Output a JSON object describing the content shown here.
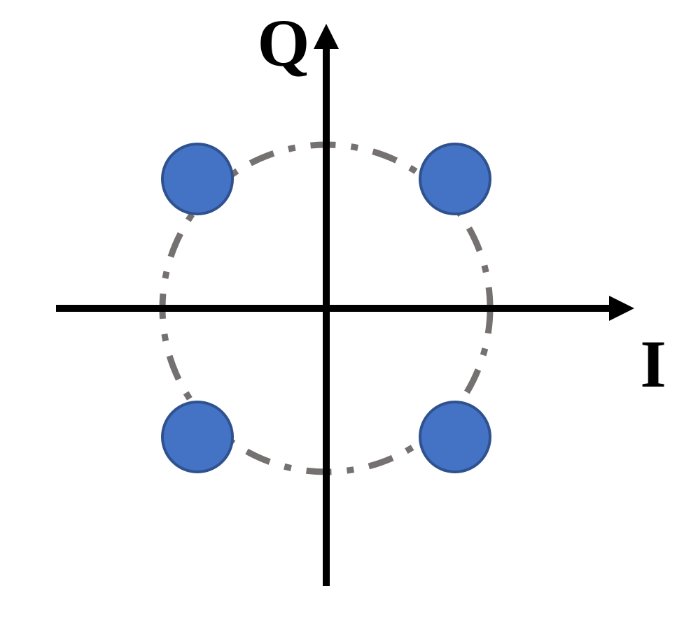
{
  "diagram": {
    "type": "constellation",
    "axis_labels": {
      "horizontal": "I",
      "vertical": "Q"
    },
    "points": [
      {
        "i": -1,
        "q": 1
      },
      {
        "i": 1,
        "q": 1
      },
      {
        "i": -1,
        "q": -1
      },
      {
        "i": 1,
        "q": -1
      }
    ],
    "colors": {
      "point_fill": "#4472C4",
      "point_stroke": "#2F528F",
      "circle": "#767171",
      "axis": "#000000"
    }
  }
}
